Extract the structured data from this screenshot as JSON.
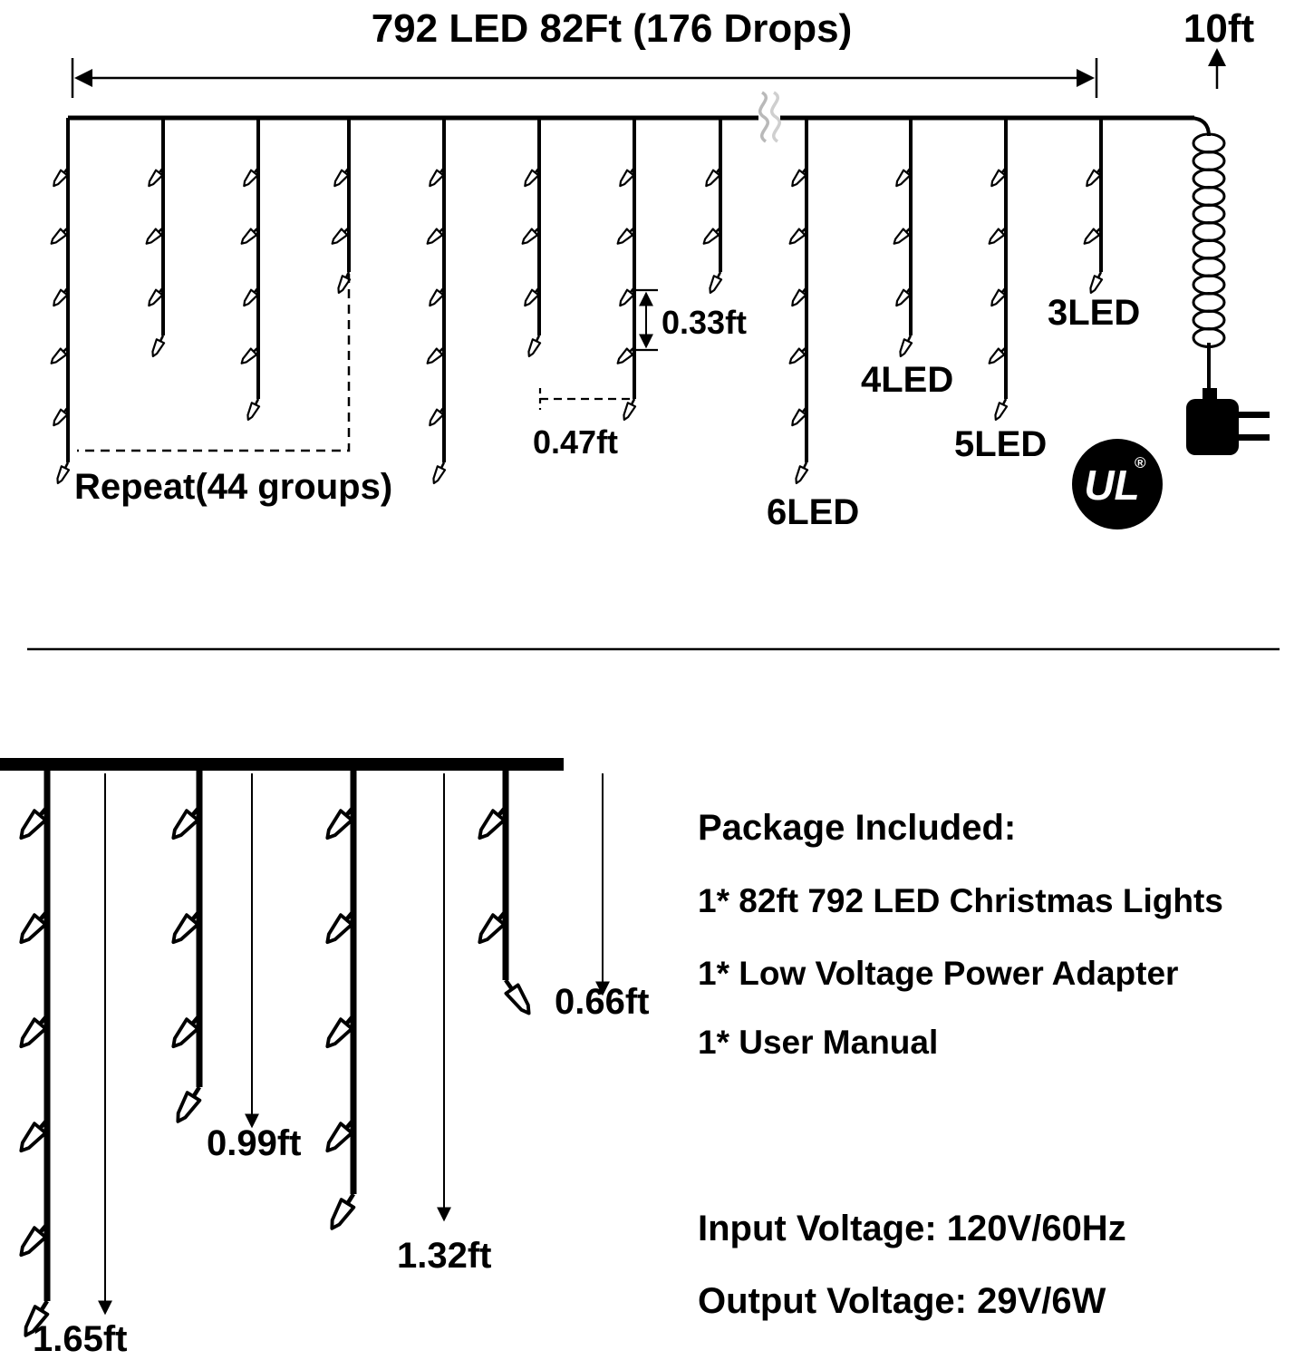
{
  "top_diagram": {
    "title": "792 LED 82Ft (176 Drops)",
    "lead_length_label": "10ft",
    "repeat_label": "Repeat(44 groups)",
    "bulb_spacing_label": "0.33ft",
    "drop_spacing_label": "0.47ft",
    "drop_type_labels": [
      "3LED",
      "4LED",
      "5LED",
      "6LED"
    ],
    "drop_pattern_leds": [
      6,
      4,
      5,
      3,
      6,
      4,
      5,
      3,
      6,
      4,
      5,
      3
    ],
    "certification": {
      "mark": "UL",
      "registered": "®"
    }
  },
  "bottom_diagram": {
    "drop_length_labels": [
      "0.66ft",
      "0.99ft",
      "1.32ft",
      "1.65ft"
    ],
    "drops_leds": [
      6,
      4,
      5,
      3
    ]
  },
  "package_info": {
    "heading": "Package Included:",
    "items": [
      "1* 82ft 792 LED Christmas Lights",
      "1* Low Voltage Power Adapter",
      "1* User Manual"
    ]
  },
  "specs": {
    "input_voltage": "Input Voltage: 120V/60Hz",
    "output_voltage": "Output Voltage: 29V/6W"
  },
  "colors": {
    "foreground": "#000000",
    "background": "#ffffff",
    "break_mark": "#bbbbbb"
  }
}
